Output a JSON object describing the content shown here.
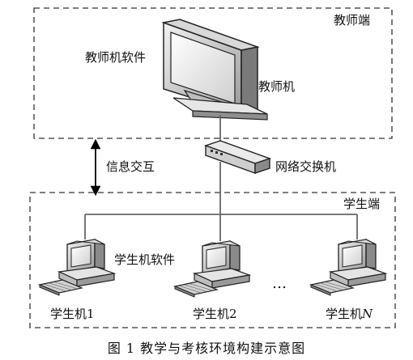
{
  "diagram": {
    "teacher_zone": {
      "title": "教师端"
    },
    "student_zone": {
      "title": "学生端"
    },
    "teacher_software": "教师机软件",
    "teacher_machine": "教师机",
    "interaction": "信息交互",
    "switch": "网络交换机",
    "student_software": "学生机软件",
    "ellipsis": "…",
    "students": [
      {
        "prefix": "学生机",
        "suffix": "1"
      },
      {
        "prefix": "学生机",
        "suffix": "2"
      },
      {
        "prefix": "学生机",
        "suffix": "N"
      }
    ],
    "caption": "图 1 教学与考核环境构建示意图"
  }
}
